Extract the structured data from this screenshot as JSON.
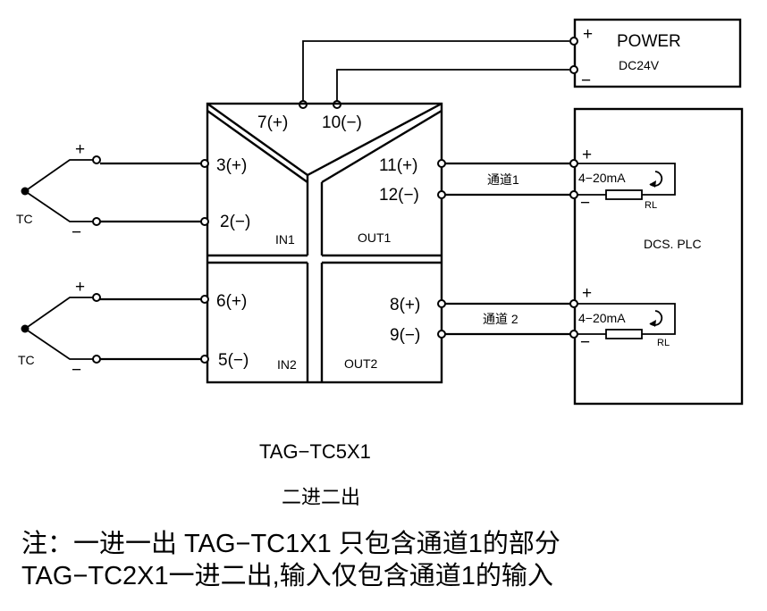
{
  "power": {
    "plus": "+",
    "title": "POWER",
    "voltage": "DC24V",
    "minus": "−"
  },
  "module": {
    "supply_terms": [
      "7(+)",
      "10(−)"
    ],
    "in1": {
      "label": "IN1",
      "plus_term": "3(+)",
      "minus_term": "2(−)"
    },
    "in2": {
      "label": "IN2",
      "plus_term": "6(+)",
      "minus_term": "5(−)"
    },
    "out1": {
      "label": "OUT1",
      "plus_term": "11(+)",
      "minus_term": "12(−)"
    },
    "out2": {
      "label": "OUT2",
      "plus_term": "8(+)",
      "minus_term": "9(−)"
    }
  },
  "sensors": [
    {
      "label": "TC",
      "plus": "+",
      "minus": "−"
    },
    {
      "label": "TC",
      "plus": "+",
      "minus": "−"
    }
  ],
  "channels": [
    {
      "name": "通道1",
      "signal": "4−20mA",
      "load": "RL",
      "plus": "+",
      "minus": "−"
    },
    {
      "name": "通道 2",
      "signal": "4−20mA",
      "load": "RL",
      "plus": "+",
      "minus": "−"
    }
  ],
  "dcs": {
    "label": "DCS. PLC"
  },
  "caption": {
    "model": "TAG−TC5X1",
    "io_type": "二进二出"
  },
  "notes": [
    "注：一进一出 TAG−TC1X1 只包含通道1的部分",
    "TAG−TC2X1一进二出,输入仅包含通道1的输入"
  ]
}
